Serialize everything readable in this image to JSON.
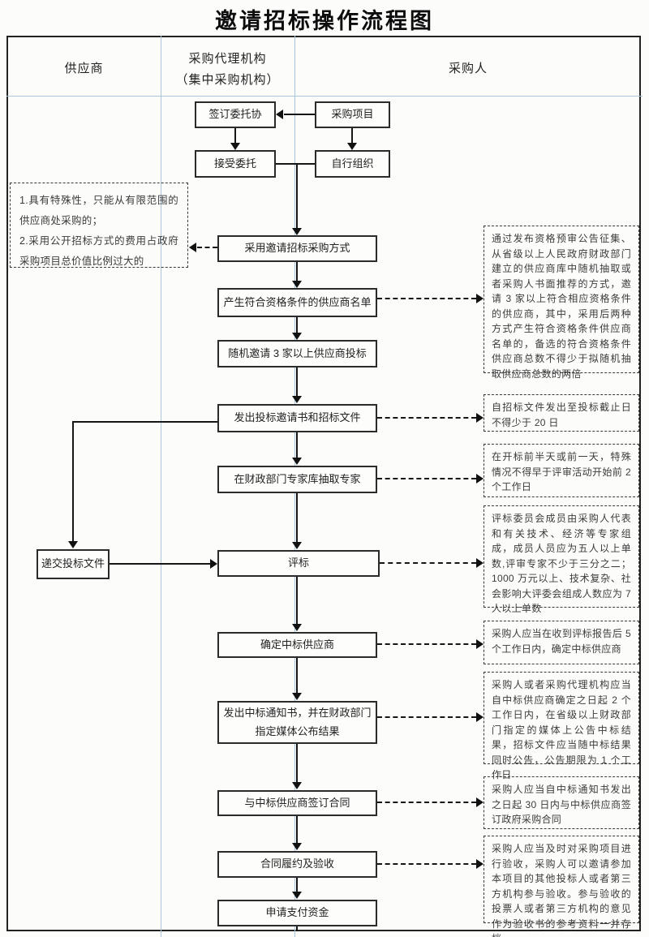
{
  "title": "邀请招标操作流程图",
  "lanes": {
    "supplier": "供应商",
    "agency_line1": "采购代理机构",
    "agency_line2": "（集中采购机构）",
    "purchaser": "采购人"
  },
  "boxes": {
    "sign_delegation": "签订委托协",
    "procurement_project": "采购项目",
    "accept_delegation": "接受委托",
    "self_organize": "自行组织",
    "adopt_method": "采用邀请招标采购方式",
    "generate_list": "产生符合资格条件的供应商名单",
    "random_invite": "随机邀请 3 家以上供应商投标",
    "issue_invitation": "发出投标邀请书和招标文件",
    "draw_experts": "在财政部门专家库抽取专家",
    "evaluate": "评标",
    "determine_winner": "确定中标供应商",
    "issue_notice": "发出中标通知书，并在财政部门指定媒体公布结果",
    "sign_contract": "与中标供应商签订合同",
    "contract_acceptance": "合同履约及验收",
    "request_payment": "申请支付资金",
    "submit_bid": "递交投标文件"
  },
  "left_note": {
    "item1": "1.具有特殊性，只能从有限范围的供应商处采购的；",
    "item2": "2.采用公开招标方式的费用占政府采购项目总价值比例过大的"
  },
  "notes": {
    "n1": "通过发布资格预审公告征集、从省级以上人民政府财政部门建立的供应商库中随机抽取或者采购人书面推荐的方式，邀请 3 家以上符合相应资格条件的供应商，其中，采用后两种方式产生符合资格条件供应商名单的，备选的符合资格条件供应商总数不得少于拟随机抽取供应商总数的两倍",
    "n2": "自招标文件发出至投标截止日不得少于 20 日",
    "n3": "在开标前半天或前一天，特殊情况不得早于评审活动开始前 2 个工作日",
    "n4": "评标委员会成员由采购人代表和有关技术、经济等专家组成，成员人员应为五人以上单数,评审专家不少于三分之二；1000 万元以上、技术复杂、社会影响大评委会组成人数应为 7 人以上单数",
    "n5": "采购人应当在收到评标报告后 5 个工作日内，确定中标供应商",
    "n6": "采购人或者采购代理机构应当自中标供应商确定之日起 2 个工作日内，在省级以上财政部门指定的媒体上公告中标结果，招标文件应当随中标结果同时公告，公告期限为 1 个工作日",
    "n7": "采购人应当自中标通知书发出之日起 30 日内与中标供应商签订政府采购合同",
    "n8": "采购人应当及时对采购项目进行验收，采购人可以邀请参加本项目的其他投标人或者第三方机构参与验收。参与验收的投票人或者第三方机构的意见作为验收书的参考资料一并存档"
  },
  "colors": {
    "lane_divider": "#a9c6df",
    "line": "#161616"
  }
}
